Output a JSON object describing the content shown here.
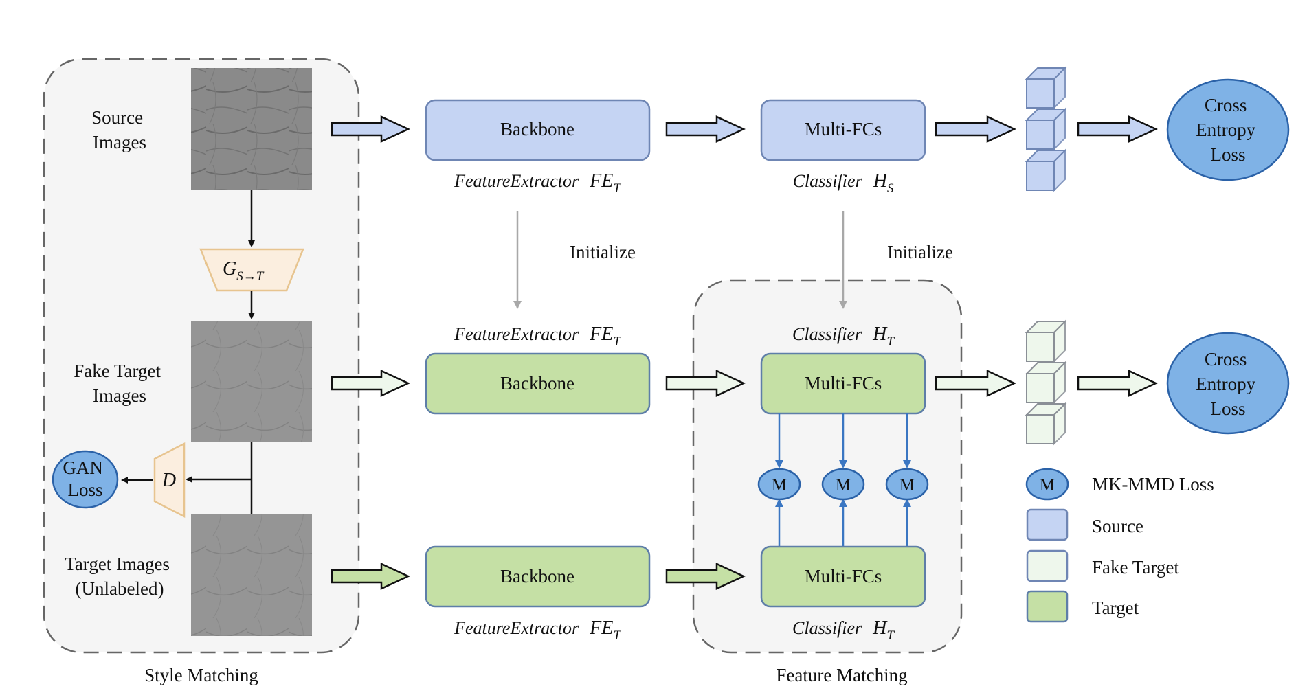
{
  "style_matching": {
    "caption": "Style Matching",
    "source_label": [
      "Source",
      "Images"
    ],
    "fake_label": [
      "Fake Target",
      "Images"
    ],
    "target_label": [
      "Target Images",
      "(Unlabeled)"
    ],
    "generator": {
      "main": "G",
      "sub": "S→T"
    },
    "discriminator": "D",
    "gan_loss": [
      "GAN",
      "Loss"
    ]
  },
  "feature_matching": {
    "caption": "Feature Matching"
  },
  "rows": {
    "source": {
      "backbone": "Backbone",
      "fe_caption": {
        "text": "FeatureExtractor",
        "sym": "FE",
        "sub": "T"
      },
      "multi_fcs": "Multi-FCs",
      "cls_caption": {
        "text": "Classifier",
        "sym": "H",
        "sub": "S"
      },
      "loss": [
        "Cross",
        "Entropy",
        "Loss"
      ]
    },
    "fake": {
      "fe_caption": {
        "text": "FeatureExtractor",
        "sym": "FE",
        "sub": "T"
      },
      "backbone": "Backbone",
      "cls_caption": {
        "text": "Classifier",
        "sym": "H",
        "sub": "T"
      },
      "multi_fcs": "Multi-FCs",
      "loss": [
        "Cross",
        "Entropy",
        "Loss"
      ]
    },
    "target": {
      "backbone": "Backbone",
      "fe_caption": {
        "text": "FeatureExtractor",
        "sym": "FE",
        "sub": "T"
      },
      "multi_fcs": "Multi-FCs",
      "cls_caption": {
        "text": "Classifier",
        "sym": "H",
        "sub": "T"
      }
    }
  },
  "initialize_label": "Initialize",
  "mmd_node_label": "M",
  "legend": [
    {
      "key": "mmd",
      "label": "MK-MMD Loss"
    },
    {
      "key": "source",
      "label": "Source"
    },
    {
      "key": "fake",
      "label": "Fake Target"
    },
    {
      "key": "target",
      "label": "Target"
    }
  ],
  "colors": {
    "source_fill": "#c5d4f3",
    "source_stroke": "#6f86b4",
    "fake_fill": "#eef7ec",
    "fake_stroke": "#3a3a3a",
    "target_fill": "#c5e0a5",
    "target_stroke": "#5e7ea8",
    "loss_fill": "#7fb2e6",
    "loss_stroke": "#2b62a8",
    "mmd_arrow": "#3a76c2",
    "init_arrow": "#a8a8a8",
    "gan_shape_fill": "#fbeedf",
    "gan_shape_stroke": "#e7c48f",
    "panel_fill": "#f5f5f5",
    "panel_stroke": "#666666"
  }
}
